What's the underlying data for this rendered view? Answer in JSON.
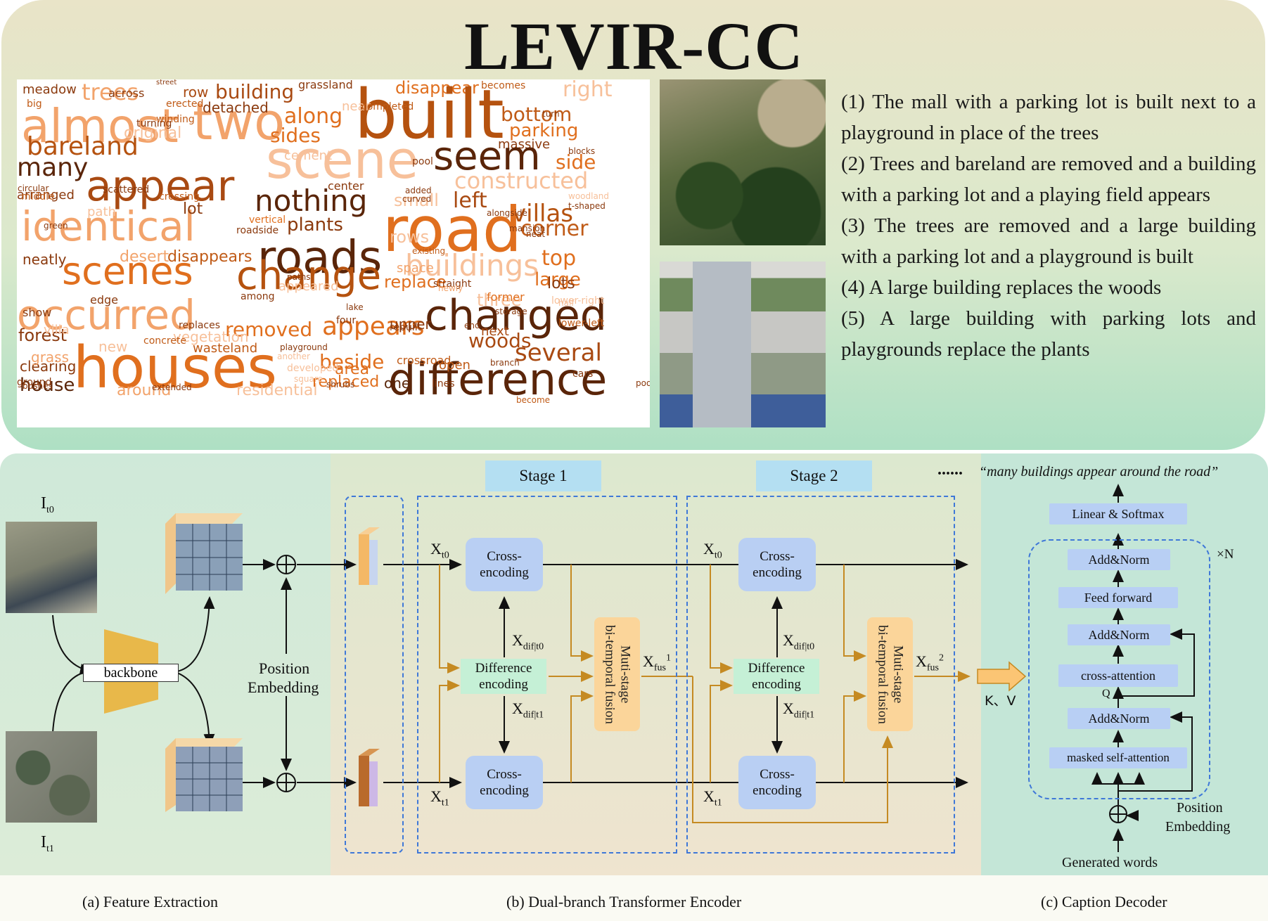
{
  "title": "LEVIR-CC",
  "word_cloud": [
    {
      "w": "meadow",
      "s": 18,
      "c": "#8b3a0e"
    },
    {
      "w": "trees",
      "s": 32,
      "c": "#f2a36b"
    },
    {
      "w": "street",
      "s": 10,
      "c": "#8b3a0e"
    },
    {
      "w": "row",
      "s": 20,
      "c": "#a94a12"
    },
    {
      "w": "building",
      "s": 28,
      "c": "#a94a12"
    },
    {
      "w": "grassland",
      "s": 16,
      "c": "#8b3a0e"
    },
    {
      "w": "disappear",
      "s": 24,
      "c": "#e06f1e"
    },
    {
      "w": "becomes",
      "s": 14,
      "c": "#c05b17"
    },
    {
      "w": "right",
      "s": 30,
      "c": "#f7c09a"
    },
    {
      "w": "almost",
      "s": 66,
      "c": "#f2a36b"
    },
    {
      "w": "two",
      "s": 72,
      "c": "#f2a36b"
    },
    {
      "w": "along",
      "s": 30,
      "c": "#e06f1e"
    },
    {
      "w": "built",
      "s": 96,
      "c": "#b5520f"
    },
    {
      "w": "bottom",
      "s": 28,
      "c": "#c05b17"
    },
    {
      "w": "parking",
      "s": 26,
      "c": "#e06f1e"
    },
    {
      "w": "bareland",
      "s": 36,
      "c": "#b5520f"
    },
    {
      "w": "sides",
      "s": 28,
      "c": "#e06f1e"
    },
    {
      "w": "massive",
      "s": 18,
      "c": "#8b3a0e"
    },
    {
      "w": "scene",
      "s": 74,
      "c": "#f7c09a"
    },
    {
      "w": "seem",
      "s": 56,
      "c": "#5a2509"
    },
    {
      "w": "side",
      "s": 28,
      "c": "#e06f1e"
    },
    {
      "w": "many",
      "s": 36,
      "c": "#5a2509"
    },
    {
      "w": "appear",
      "s": 60,
      "c": "#a94a12"
    },
    {
      "w": "constructed",
      "s": 32,
      "c": "#f7c09a"
    },
    {
      "w": "nothing",
      "s": 42,
      "c": "#5a2509"
    },
    {
      "w": "left",
      "s": 30,
      "c": "#a94a12"
    },
    {
      "w": "villas",
      "s": 34,
      "c": "#b5520f"
    },
    {
      "w": "identical",
      "s": 58,
      "c": "#f2a36b"
    },
    {
      "w": "road",
      "s": 88,
      "c": "#e06f1e"
    },
    {
      "w": "plants",
      "s": 26,
      "c": "#8b3a0e"
    },
    {
      "w": "corner",
      "s": 30,
      "c": "#c05b17"
    },
    {
      "w": "roads",
      "s": 64,
      "c": "#5a2509"
    },
    {
      "w": "desert",
      "s": 22,
      "c": "#f2a36b"
    },
    {
      "w": "disappears",
      "s": 22,
      "c": "#c05b17"
    },
    {
      "w": "top",
      "s": 30,
      "c": "#e06f1e"
    },
    {
      "w": "scenes",
      "s": 54,
      "c": "#e06f1e"
    },
    {
      "w": "buildings",
      "s": 42,
      "c": "#f7c09a"
    },
    {
      "w": "change",
      "s": 56,
      "c": "#b5520f"
    },
    {
      "w": "large",
      "s": 26,
      "c": "#e06f1e"
    },
    {
      "w": "occurred",
      "s": 58,
      "c": "#f2a36b"
    },
    {
      "w": "changed",
      "s": 60,
      "c": "#5a2509"
    },
    {
      "w": "replace",
      "s": 24,
      "c": "#e06f1e"
    },
    {
      "w": "three",
      "s": 24,
      "c": "#f7c09a"
    },
    {
      "w": "lots",
      "s": 22,
      "c": "#8b3a0e"
    },
    {
      "w": "forest",
      "s": 24,
      "c": "#8b3a0e"
    },
    {
      "w": "removed",
      "s": 28,
      "c": "#e06f1e"
    },
    {
      "w": "appears",
      "s": 36,
      "c": "#e06f1e"
    },
    {
      "w": "houses",
      "s": 82,
      "c": "#e06f1e"
    },
    {
      "w": "beside",
      "s": 28,
      "c": "#e06f1e"
    },
    {
      "w": "woods",
      "s": 28,
      "c": "#a94a12"
    },
    {
      "w": "several",
      "s": 34,
      "c": "#a94a12"
    },
    {
      "w": "difference",
      "s": 62,
      "c": "#5a2509"
    },
    {
      "w": "clearing",
      "s": 20,
      "c": "#8b3a0e"
    },
    {
      "w": "house",
      "s": 26,
      "c": "#5a2509"
    },
    {
      "w": "around",
      "s": 22,
      "c": "#f2a36b"
    },
    {
      "w": "residential",
      "s": 22,
      "c": "#f7c09a"
    },
    {
      "w": "replaced",
      "s": 22,
      "c": "#e06f1e"
    },
    {
      "w": "area",
      "s": 22,
      "c": "#e06f1e"
    },
    {
      "w": "wasteland",
      "s": 18,
      "c": "#c05b17"
    },
    {
      "w": "upper",
      "s": 20,
      "c": "#8b3a0e"
    },
    {
      "w": "rows",
      "s": 24,
      "c": "#f7c09a"
    },
    {
      "w": "space",
      "s": 18,
      "c": "#f2a36b"
    },
    {
      "w": "neatly",
      "s": 20,
      "c": "#8b3a0e"
    },
    {
      "w": "edge",
      "s": 16,
      "c": "#8b3a0e"
    },
    {
      "w": "show",
      "s": 16,
      "c": "#8b3a0e"
    },
    {
      "w": "villa",
      "s": 18,
      "c": "#f7c09a"
    },
    {
      "w": "grass",
      "s": 20,
      "c": "#f2a36b"
    },
    {
      "w": "new",
      "s": 20,
      "c": "#f7c09a"
    },
    {
      "w": "vegetation",
      "s": 20,
      "c": "#f7c09a"
    },
    {
      "w": "open",
      "s": 18,
      "c": "#c05b17"
    },
    {
      "w": "one",
      "s": 20,
      "c": "#5a2509"
    },
    {
      "w": "next",
      "s": 18,
      "c": "#a94a12"
    },
    {
      "w": "crossroad",
      "s": 16,
      "c": "#c05b17"
    },
    {
      "w": "former",
      "s": 16,
      "c": "#e06f1e"
    },
    {
      "w": "small",
      "s": 24,
      "c": "#f7c09a"
    },
    {
      "w": "original",
      "s": 22,
      "c": "#f7c09a"
    },
    {
      "w": "detached",
      "s": 20,
      "c": "#8b3a0e"
    },
    {
      "w": "lot",
      "s": 22,
      "c": "#8b3a0e"
    },
    {
      "w": "arranged",
      "s": 18,
      "c": "#8b3a0e"
    },
    {
      "w": "middle",
      "s": 14,
      "c": "#c05b17"
    },
    {
      "w": "path",
      "s": 18,
      "c": "#f7c09a"
    },
    {
      "w": "appeared",
      "s": 18,
      "c": "#f7c09a"
    },
    {
      "w": "cement",
      "s": 18,
      "c": "#f7c09a"
    },
    {
      "w": "center",
      "s": 16,
      "c": "#8b3a0e"
    },
    {
      "w": "across",
      "s": 16,
      "c": "#8b3a0e"
    },
    {
      "w": "near",
      "s": 18,
      "c": "#f7c09a"
    },
    {
      "w": "pool",
      "s": 14,
      "c": "#8b3a0e"
    },
    {
      "w": "straight",
      "s": 14,
      "c": "#8b3a0e"
    },
    {
      "w": "ground",
      "s": 14,
      "c": "#8b3a0e"
    },
    {
      "w": "cars",
      "s": 14,
      "c": "#8b3a0e"
    },
    {
      "w": "lines",
      "s": 14,
      "c": "#8b3a0e"
    },
    {
      "w": "vertical",
      "s": 14,
      "c": "#e06f1e"
    },
    {
      "w": "roadside",
      "s": 14,
      "c": "#8b3a0e"
    },
    {
      "w": "paths",
      "s": 12,
      "c": "#8b3a0e"
    },
    {
      "w": "among",
      "s": 14,
      "c": "#8b3a0e"
    },
    {
      "w": "concrete",
      "s": 14,
      "c": "#c05b17"
    },
    {
      "w": "four",
      "s": 14,
      "c": "#8b3a0e"
    },
    {
      "w": "rebuilt",
      "s": 14,
      "c": "#8b3a0e"
    },
    {
      "w": "replaces",
      "s": 14,
      "c": "#8b3a0e"
    },
    {
      "w": "turning",
      "s": 14,
      "c": "#8b3a0e"
    },
    {
      "w": "erected",
      "s": 14,
      "c": "#c05b17"
    },
    {
      "w": "big",
      "s": 14,
      "c": "#c05b17"
    },
    {
      "w": "completed",
      "s": 14,
      "c": "#c05b17"
    },
    {
      "w": "winding",
      "s": 14,
      "c": "#c05b17"
    },
    {
      "w": "crossing",
      "s": 14,
      "c": "#c05b17"
    },
    {
      "w": "scattered",
      "s": 14,
      "c": "#8b3a0e"
    },
    {
      "w": "bushes",
      "s": 12,
      "c": "#8b3a0e"
    },
    {
      "w": "extended",
      "s": 12,
      "c": "#8b3a0e"
    },
    {
      "w": "square",
      "s": 12,
      "c": "#f7c09a"
    },
    {
      "w": "shrubs",
      "s": 12,
      "c": "#8b3a0e"
    },
    {
      "w": "t-shaped",
      "s": 12,
      "c": "#8b3a0e"
    },
    {
      "w": "woodland",
      "s": 12,
      "c": "#f7c09a"
    },
    {
      "w": "mansion",
      "s": 12,
      "c": "#8b3a0e"
    },
    {
      "w": "added",
      "s": 12,
      "c": "#8b3a0e"
    },
    {
      "w": "curved",
      "s": 12,
      "c": "#8b3a0e"
    },
    {
      "w": "alongside",
      "s": 12,
      "c": "#8b3a0e"
    },
    {
      "w": "neat",
      "s": 12,
      "c": "#8b3a0e"
    },
    {
      "w": "storage",
      "s": 12,
      "c": "#8b3a0e"
    },
    {
      "w": "half",
      "s": 12,
      "c": "#f7c09a"
    },
    {
      "w": "lower-right",
      "s": 14,
      "c": "#f7c09a"
    },
    {
      "w": "lower-left",
      "s": 14,
      "c": "#c05b17"
    },
    {
      "w": "playground",
      "s": 12,
      "c": "#8b3a0e"
    },
    {
      "w": "developed",
      "s": 14,
      "c": "#f7c09a"
    },
    {
      "w": "another",
      "s": 12,
      "c": "#f7c09a"
    },
    {
      "w": "lake",
      "s": 12,
      "c": "#8b3a0e"
    },
    {
      "w": "pools",
      "s": 12,
      "c": "#8b3a0e"
    },
    {
      "w": "existing",
      "s": 12,
      "c": "#c05b17"
    },
    {
      "w": "newly",
      "s": 12,
      "c": "#f2a36b"
    },
    {
      "w": "end",
      "s": 12,
      "c": "#8b3a0e"
    },
    {
      "w": "branch",
      "s": 12,
      "c": "#8b3a0e"
    },
    {
      "w": "become",
      "s": 12,
      "c": "#c05b17"
    },
    {
      "w": "turn",
      "s": 12,
      "c": "#8b3a0e"
    },
    {
      "w": "blocks",
      "s": 12,
      "c": "#8b3a0e"
    },
    {
      "w": "circular",
      "s": 12,
      "c": "#8b3a0e"
    },
    {
      "w": "green",
      "s": 12,
      "c": "#8b3a0e"
    }
  ],
  "captions": [
    "(1) The mall with a parking lot is built next to a playground in place of the trees",
    "(2) Trees and bareland are removed and a building with a parking lot and a playing field appears",
    "(3) The trees are removed and a large building with a parking lot and a playground is built",
    "(4) A large building replaces the woods",
    "(5) A large building with parking lots and playgrounds replace the plants"
  ],
  "feature_extraction": {
    "input_t0": {
      "main": "I",
      "sub": "t0"
    },
    "input_t1": {
      "main": "I",
      "sub": "t1"
    },
    "backbone": "backbone",
    "position_embedding_line1": "Position",
    "position_embedding_line2": "Embedding"
  },
  "encoder": {
    "stage1": "Stage 1",
    "stage2": "Stage 2",
    "cross_encoding_line1": "Cross-",
    "cross_encoding_line2": "encoding",
    "difference_encoding_line1": "Difference",
    "difference_encoding_line2": "encoding",
    "fusion_line1": "Muti-stage",
    "fusion_line2": "bi-temporal fusion",
    "x_main": "X",
    "sub_t0": "t0",
    "sub_t1": "t1",
    "sub_dif_t0": "dif|t0",
    "sub_dif_t1": "dif|t1",
    "sub_fus": "fus",
    "sup_1": "1",
    "sup_2": "2",
    "ellipsis": "......",
    "kv_label": "K、V"
  },
  "decoder": {
    "output_caption": "“many buildings appear around the road”",
    "linear_softmax": "Linear & Softmax",
    "add_norm": "Add&Norm",
    "feed_forward": "Feed forward",
    "cross_attention": "cross-attention",
    "masked_self_attention": "masked self-attention",
    "q_label": "Q",
    "times_n": "×N",
    "position_line1": "Position",
    "position_line2": "Embedding",
    "generated_words": "Generated words"
  },
  "section_labels": {
    "a": "(a) Feature Extraction",
    "b": "(b) Dual-branch Transformer Encoder",
    "c": "(c) Caption Decoder"
  },
  "colors": {
    "arrow_orange": "#c58a22",
    "dashed_blue": "#3f78d8",
    "module_blue": "#b9cff3",
    "module_green": "#c5f0d6",
    "module_orange": "#fbd59a"
  }
}
